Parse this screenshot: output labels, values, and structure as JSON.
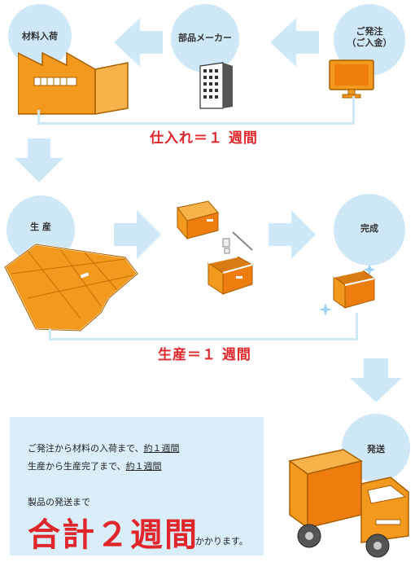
{
  "steps": {
    "order": "ご発注\n（ご入金）",
    "maker": "部品メーカー",
    "material": "材料入荷",
    "production": "生 産",
    "complete": "完成",
    "shipping": "発送"
  },
  "phase_labels": {
    "purchase": "仕入れ＝１ 週間",
    "production": "生産＝１ 週間"
  },
  "summary": {
    "line1_prefix": "ご発注から材料の入荷まで、",
    "line1_value": "約１週間",
    "line2_prefix": "生産から生産完了まで、",
    "line2_value": "約１週間",
    "line3": "製品の発送まで",
    "total": "合計２週間",
    "total_suffix": "かかります。"
  },
  "colors": {
    "accent_red": "#e0262a",
    "light_blue": "#cfe8f7",
    "orange": "#f39a1e"
  }
}
